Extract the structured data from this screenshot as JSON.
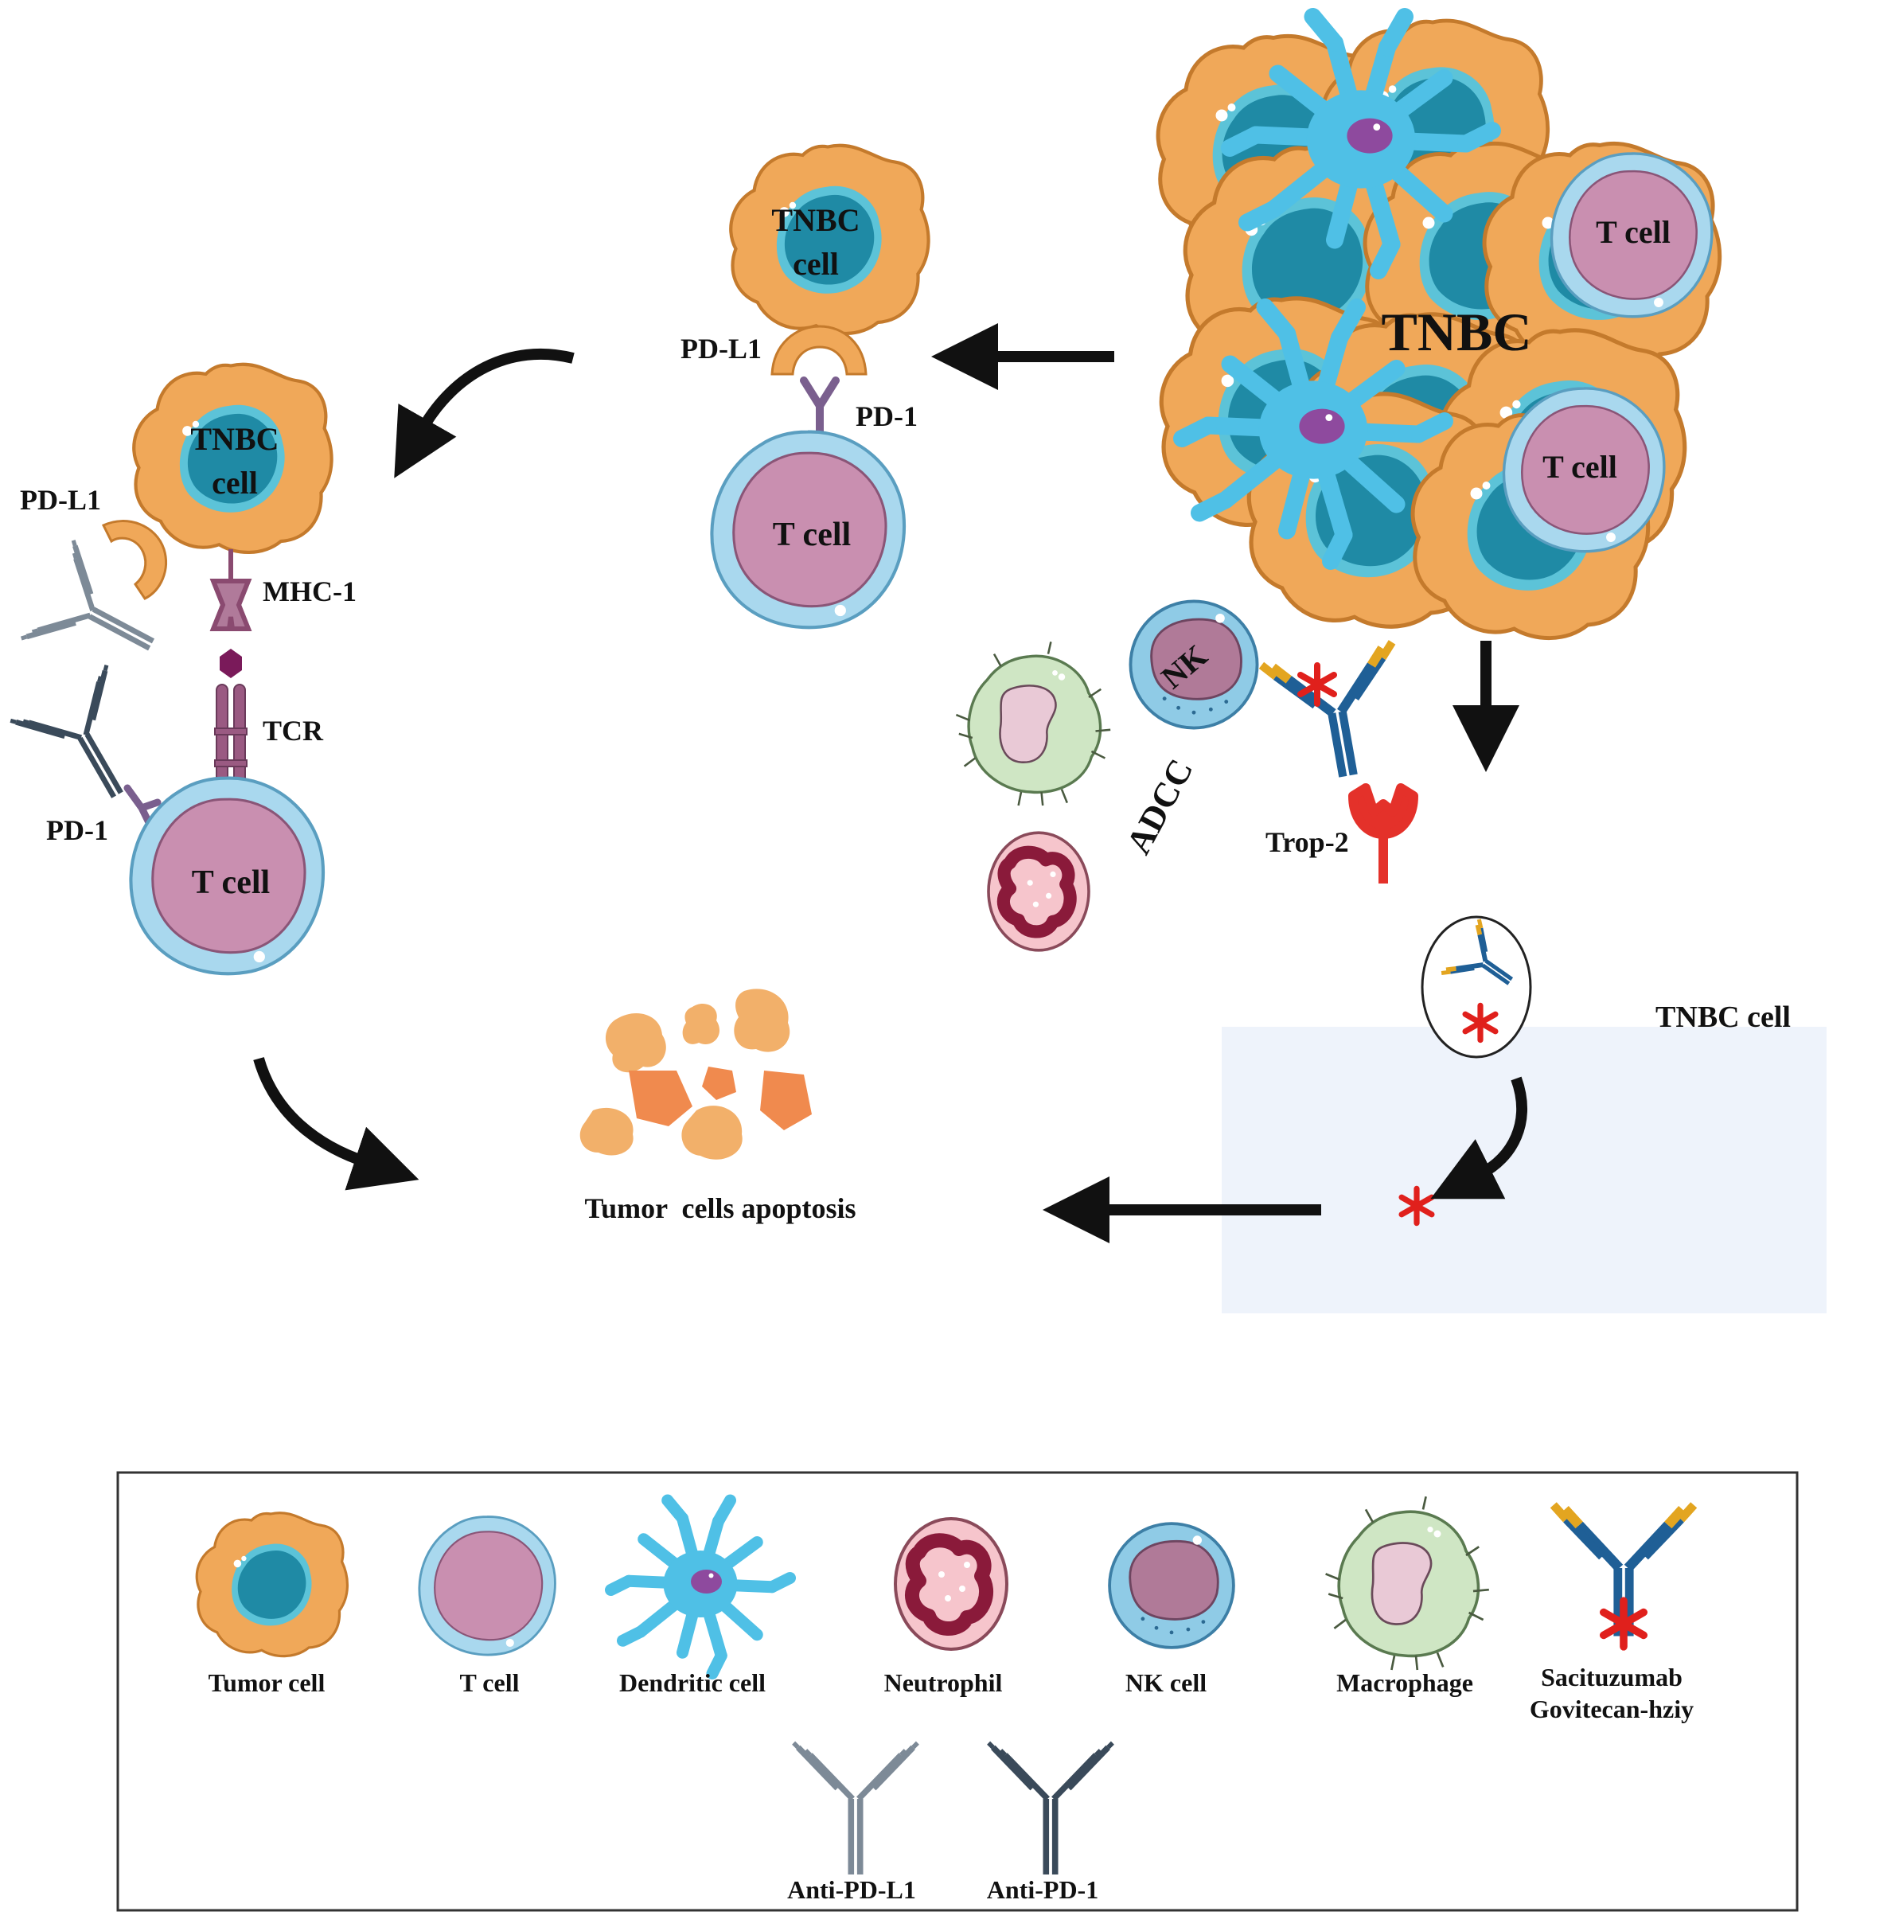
{
  "labels": {
    "tnbc_cluster": "TNBC",
    "t_cell": "T cell",
    "tnbc_cell_line1": "TNBC",
    "tnbc_cell_line2": "cell",
    "pd_l1": "PD-L1",
    "pd_1": "PD-1",
    "mhc_1": "MHC-1",
    "tcr": "TCR",
    "nk": "NK",
    "adcc": "ADCC",
    "trop_2": "Trop-2",
    "tnbc_cell": "TNBC cell",
    "apoptosis": "Tumor  cells apoptosis"
  },
  "legend": {
    "items": [
      {
        "label": "Tumor cell",
        "icon": "tumor-cell-icon"
      },
      {
        "label": "T cell",
        "icon": "t-cell-icon"
      },
      {
        "label": "Dendritic cell",
        "icon": "dendritic-cell-icon"
      },
      {
        "label": "Neutrophil",
        "icon": "neutrophil-icon"
      },
      {
        "label": "NK cell",
        "icon": "nk-cell-icon"
      },
      {
        "label": "Macrophage",
        "icon": "macrophage-icon"
      },
      {
        "label": "Sacituzumab",
        "label2": "Govitecan-hziy",
        "icon": "sacituzumab-icon"
      },
      {
        "label": "Anti-PD-L1",
        "icon": "anti-pd-l1-icon"
      },
      {
        "label": "Anti-PD-1",
        "icon": "anti-pd-1-icon"
      }
    ]
  },
  "colors": {
    "tumor_outer": "#f0a859",
    "tumor_nucleus": "#1f8aa5",
    "tcell_outer": "#a9d8ee",
    "tcell_inner": "#c98fb0",
    "dendritic": "#4fc0e6",
    "neutrophil": "#f6c5cc",
    "macrophage": "#cfe6c4",
    "trop2": "#e4312a",
    "antibody_blue": "#1f5f96",
    "antibody_gold": "#e3a520",
    "drug_star": "#e0201c",
    "anti_pdl1": "#7d8a97",
    "anti_pd1": "#3a4a5a"
  }
}
